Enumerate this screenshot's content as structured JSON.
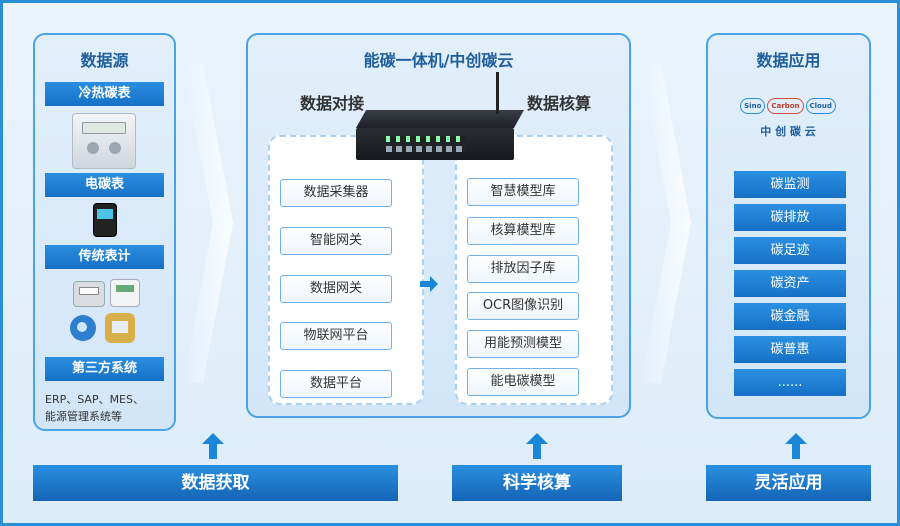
{
  "left": {
    "title": "数据源",
    "sections": [
      "冷热碳表",
      "电碳表",
      "传统表计",
      "第三方系统"
    ],
    "footnote": [
      "ERP、SAP、MES、",
      "能源管理系统等"
    ]
  },
  "center": {
    "title": "能碳一体机/中创碳云",
    "left_subtitle": "数据对接",
    "right_subtitle": "数据核算",
    "left_modules": [
      "数据采集器",
      "智能网关",
      "数据网关",
      "物联网平台",
      "数据平台"
    ],
    "right_modules": [
      "智慧模型库",
      "核算模型库",
      "排放因子库",
      "OCR图像识别",
      "用能预测模型",
      "能电碳模型"
    ]
  },
  "right": {
    "title": "数据应用",
    "logo_words": [
      "Sino",
      "Carbon",
      "Cloud"
    ],
    "logo_cn": "中 创 碳 云",
    "apps": [
      "碳监测",
      "碳排放",
      "碳足迹",
      "碳资产",
      "碳金融",
      "碳普惠",
      "......"
    ]
  },
  "bottom": {
    "left": "数据获取",
    "center": "科学核算",
    "right": "灵活应用"
  },
  "colors": {
    "accent": "#1670c6",
    "border": "#4aa3e6",
    "title_text": "#1f5f9e"
  }
}
